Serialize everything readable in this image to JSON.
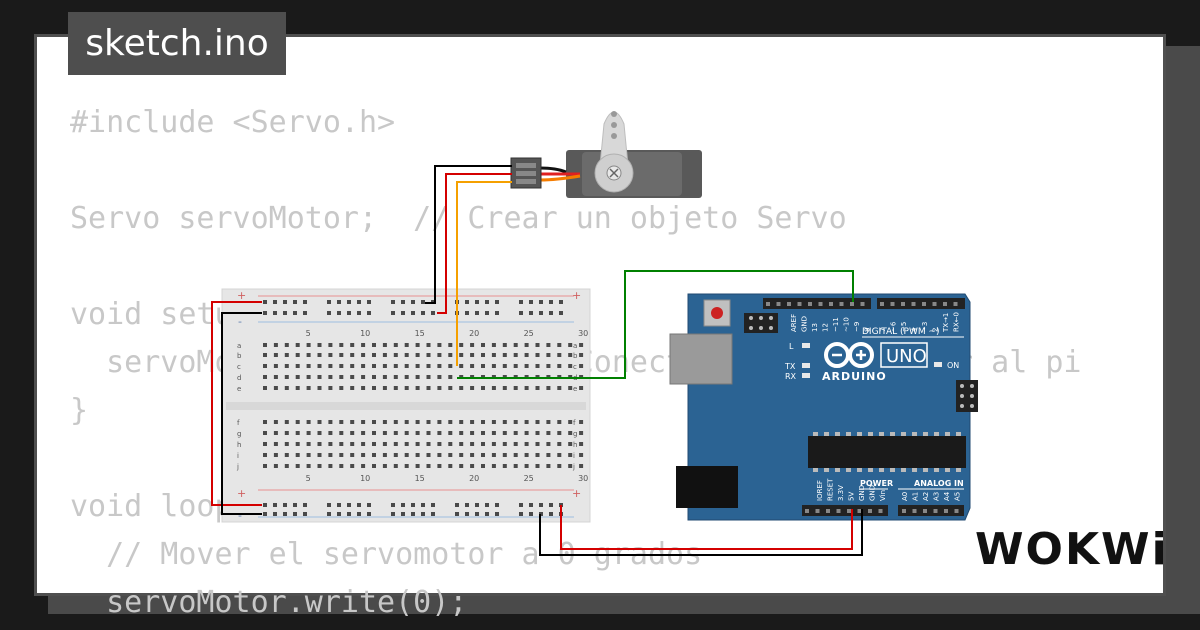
{
  "title": "sketch.ino",
  "code_lines": [
    "#include <Servo.h>",
    "",
    "Servo servoMotor;  // Crear un objeto Servo",
    "",
    "void setup() {",
    "  servoMotor.attach(9);  // Conectar el servomotor al pi",
    "}",
    "",
    "void loop() {",
    "  // Mover el servomotor a 0 grados",
    "  servoMotor.write(0);"
  ],
  "breadboard": {
    "col_labels": [
      "5",
      "10",
      "15",
      "20",
      "25",
      "30"
    ],
    "rows_top": [
      "a",
      "b",
      "c",
      "d",
      "e"
    ],
    "rows_bottom": [
      "f",
      "g",
      "h",
      "i",
      "j"
    ],
    "rail_plus": "+",
    "rail_minus": "-"
  },
  "arduino": {
    "brand": "ARDUINO",
    "model": "UNO",
    "digital_label": "DIGITAL (PWM ~)",
    "power_label": "POWER",
    "analog_label": "ANALOG IN",
    "on_label": "ON",
    "tx_label": "TX",
    "rx_label": "RX",
    "l_label": "L",
    "digital_pins": [
      "AREF",
      "GND",
      "13",
      "12",
      "~11",
      "~10",
      "~9",
      "8",
      "7",
      "~6",
      "~5",
      "4",
      "~3",
      "2",
      "TX→1",
      "RX←0"
    ],
    "power_pins": [
      "IOREF",
      "RESET",
      "3.3V",
      "5V",
      "GND",
      "GND",
      "Vin"
    ],
    "analog_pins": [
      "A0",
      "A1",
      "A2",
      "A3",
      "A4",
      "A5"
    ]
  },
  "logo": "WOKWi",
  "colors": {
    "board_blue": "#2b6393",
    "wire_red": "#d40000",
    "wire_black": "#000000",
    "wire_green": "#008000",
    "wire_orange": "#f5a000"
  }
}
